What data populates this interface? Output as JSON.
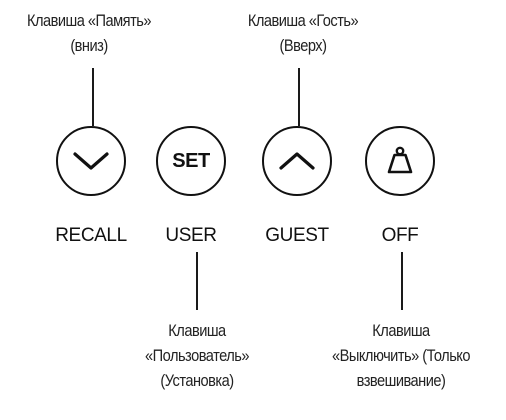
{
  "callouts": {
    "recall": {
      "lines": [
        "Клавиша «Память»",
        "(вниз)"
      ]
    },
    "guest": {
      "lines": [
        "Клавиша «Гость»",
        "(Вверх)"
      ]
    },
    "user": {
      "lines": [
        "Клавиша",
        "«Пользователь»",
        "(Установка)"
      ]
    },
    "off": {
      "lines": [
        "Клавиша",
        "«Выключить» (Только",
        "взвешивание)"
      ]
    }
  },
  "keys": {
    "recall": {
      "icon": "chevron-down-icon",
      "label": "RECALL"
    },
    "user": {
      "icon_text": "SET",
      "label": "USER"
    },
    "guest": {
      "icon": "chevron-up-icon",
      "label": "GUEST"
    },
    "off": {
      "icon": "weight-icon",
      "label": "OFF"
    }
  }
}
